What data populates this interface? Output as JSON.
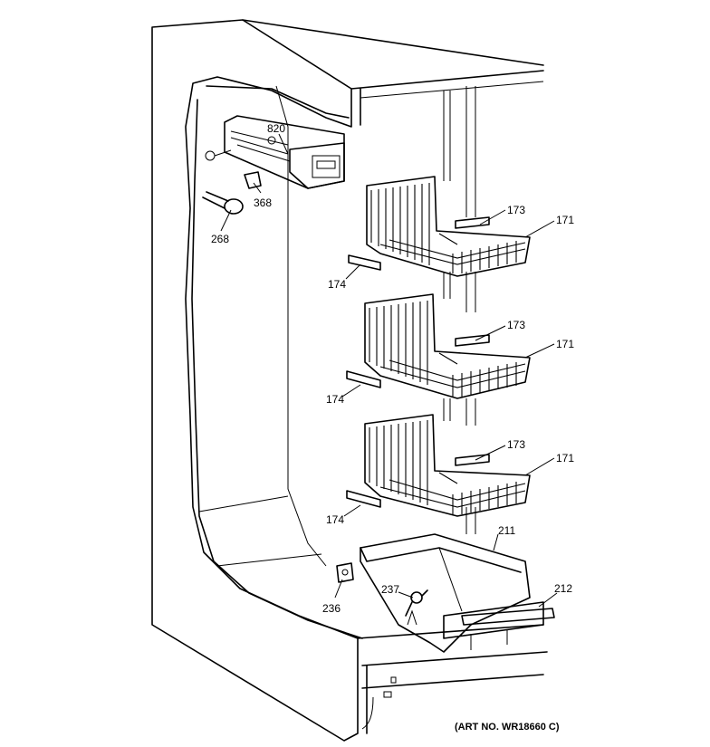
{
  "diagram": {
    "art_number": "(ART NO. WR18660 C)",
    "parts": {
      "p820": "820",
      "p368": "368",
      "p268": "268",
      "p173a": "173",
      "p171a": "171",
      "p174a": "174",
      "p173b": "173",
      "p171b": "171",
      "p174b": "174",
      "p173c": "173",
      "p171c": "171",
      "p174c": "174",
      "p211": "211",
      "p212": "212",
      "p237": "237",
      "p236": "236"
    }
  }
}
